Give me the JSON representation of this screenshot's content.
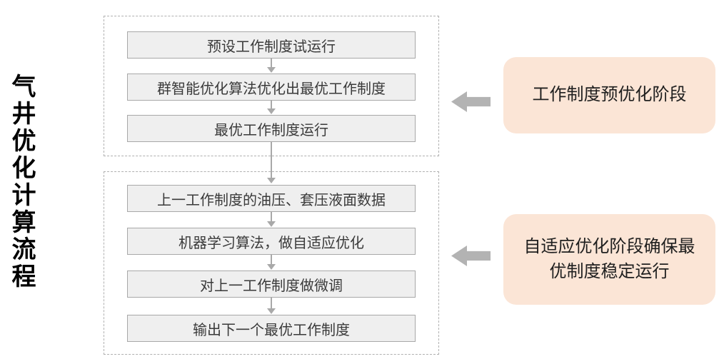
{
  "page": {
    "title": "气井优化计算流程"
  },
  "flowchart": {
    "top_panel": {
      "name": "工作制度预优化阶段",
      "steps": [
        "预设工作制度试运行",
        "群智能优化算法优化出最优工作制度",
        "最优工作制度运行"
      ]
    },
    "bottom_panel": {
      "name": "自适应优化阶段",
      "steps": [
        "上一工作制度的油压、套压液面数据",
        "机器学习算法，做自适应优化",
        "对上一工作制度做微调",
        "输出下一个最优工作制度"
      ]
    }
  },
  "annotations": {
    "stage1": "工作制度预优化阶段",
    "stage2": "自适应优化阶段确保最优制度稳定运行"
  },
  "icons": {
    "flow_arrow_down": "↓",
    "stage_pointer_left": "←"
  },
  "colors": {
    "box_fill": "#efefef",
    "box_border": "#a8a8a8",
    "panel_border": "#b0b0b0",
    "connector_gray": "#a9a9a9",
    "arrow_gray": "#b3b3b3",
    "annotation_fill": "#fbe5d6",
    "title_color": "#000000",
    "text_color": "#3a3a3a"
  }
}
